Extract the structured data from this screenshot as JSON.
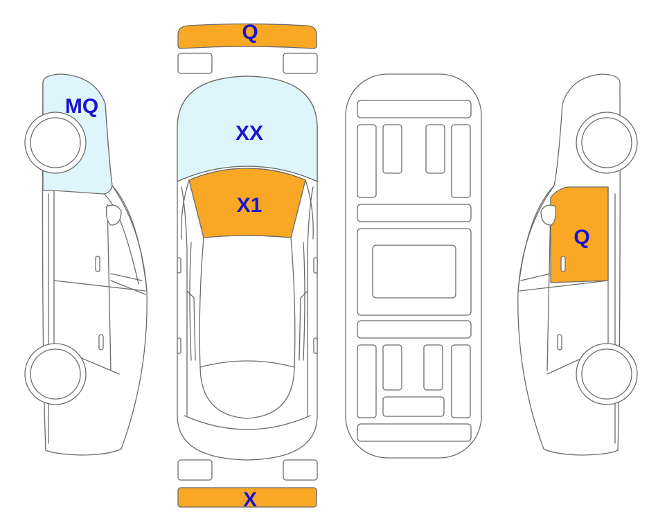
{
  "colors": {
    "damage": "#F9A826",
    "paint": "#DFF5FC",
    "label": "#1A15CC",
    "line": "#6B6B6B"
  },
  "labels": {
    "front_bumper": "Q",
    "hood": "XX",
    "windshield": "X1",
    "rear_bumper": "X",
    "left_fender": "MQ",
    "right_rear_door": "Q"
  }
}
